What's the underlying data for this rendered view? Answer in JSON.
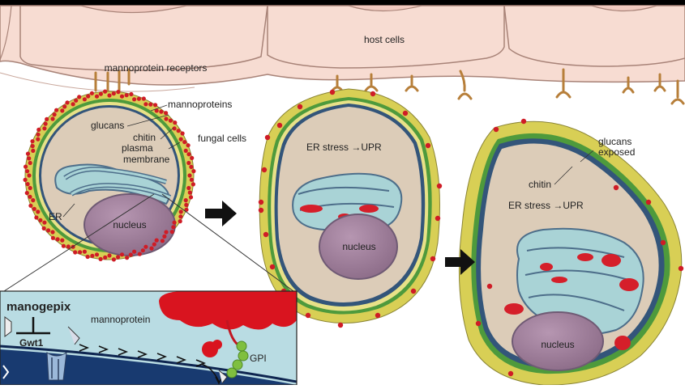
{
  "labels": {
    "host_cells": "host cells",
    "mannoprotein_receptors": "mannoprotein receptors",
    "mannoproteins": "mannoproteins",
    "glucans": "glucans",
    "chitin": "chitin",
    "plasma": "plasma",
    "membrane": "membrane",
    "fungal_cells": "fungal cells",
    "er": "ER",
    "nucleus_1": "nucleus",
    "er_stress_1": "ER stress →UPR",
    "nucleus_2": "nucleus",
    "glucans_exposed_line1": "glucans",
    "glucans_exposed_line2": "exposed",
    "chitin_3": "chitin",
    "er_stress_2": "ER stress →UPR",
    "nucleus_3": "nucleus",
    "manogepix": "manogepix",
    "gwt1": "Gwt1",
    "mannoprotein": "mannoprotein",
    "gpi": "GPI"
  },
  "colors": {
    "host_cell": "#f7dcd2",
    "host_border": "#a88378",
    "mannoprotein_red": "#cf1c26",
    "cell_wall_yellow": "#d8cf55",
    "chitin_green": "#4e9a3c",
    "membrane_blue": "#33557a",
    "cytoplasm": "#dcccb8",
    "er_blue": "#a9d3d6",
    "nucleus_purple": "#9d7d99",
    "inset_bg": "#b9dce3"
  }
}
